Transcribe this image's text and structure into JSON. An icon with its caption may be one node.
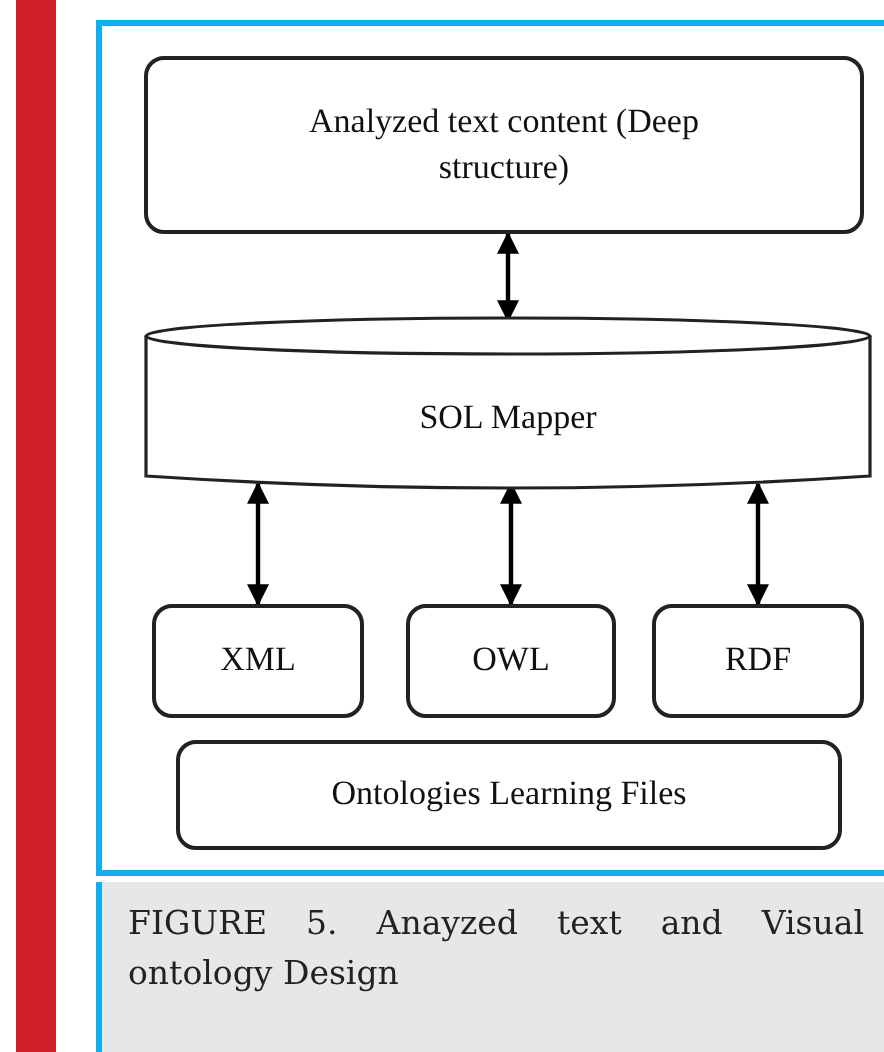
{
  "diagram": {
    "caption": "FIGURE 5. Anayzed text and Visual ontology Design",
    "nodes": [
      {
        "text": [
          "Analyzed text content (Deep structure)"
        ]
      },
      {
        "text": [
          "SOL Mapper"
        ]
      },
      {
        "text": [
          "XML"
        ]
      },
      {
        "text": [
          "OWL"
        ]
      },
      {
        "text": [
          "RDF"
        ]
      },
      {
        "text": [
          "Ontologies Learning Files"
        ]
      }
    ],
    "edges": [
      {
        "from": 0,
        "to": 1,
        "arrow": "both"
      },
      {
        "from": 1,
        "to": 2,
        "arrow": "both"
      },
      {
        "from": 1,
        "to": 3,
        "arrow": "both"
      },
      {
        "from": 1,
        "to": 4,
        "arrow": "both"
      }
    ]
  }
}
